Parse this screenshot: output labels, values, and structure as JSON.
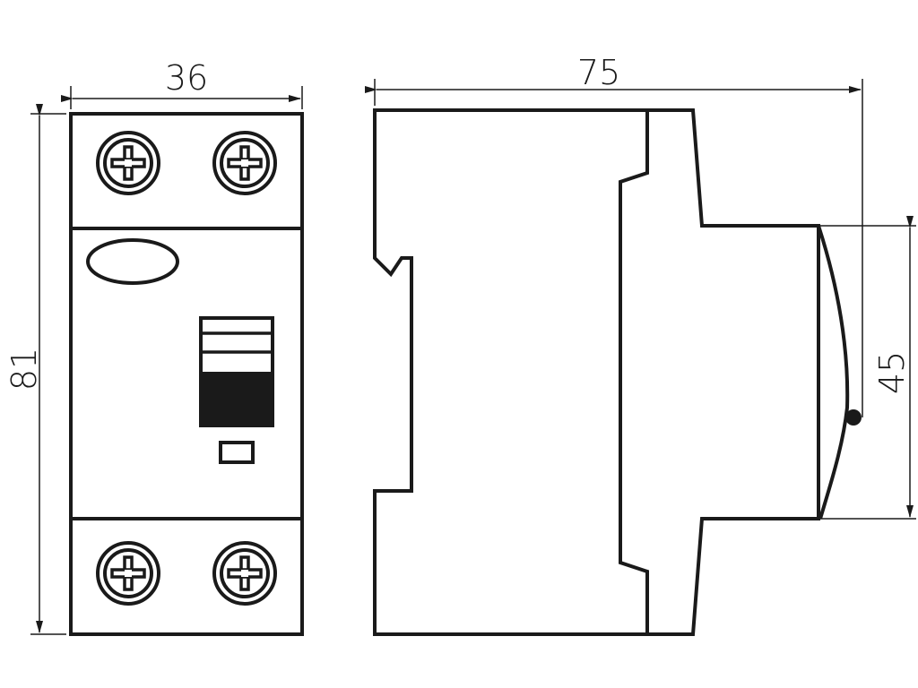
{
  "dimensions": {
    "width_front": "36",
    "height_front": "81",
    "depth_side": "75",
    "handle_height": "45"
  },
  "colors": {
    "stroke": "#1a1a1a",
    "background": "#ffffff",
    "toggle_fill": "#1a1a1a"
  }
}
